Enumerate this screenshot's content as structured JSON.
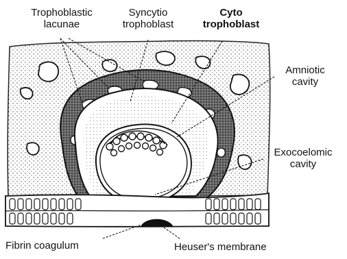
{
  "labels": {
    "trophoblastic_lacunae": [
      "Trophoblastic",
      "lacunae"
    ],
    "syncytiotrophoblast": [
      "Syncytio",
      "trophoblast"
    ],
    "cytotrophoblast": [
      "Cyto",
      "trophoblast"
    ],
    "amniotic_cavity": [
      "Amniotic",
      "cavity"
    ],
    "exocoelomic_cavity": [
      "Exocoelomic",
      "cavity"
    ],
    "fibrin_coagulum": "Fibrin coagulum",
    "heusers_membrane": "Heuser's membrane"
  },
  "colors": {
    "ink": "#111111",
    "stipple": "#444444",
    "background": "#ffffff"
  }
}
